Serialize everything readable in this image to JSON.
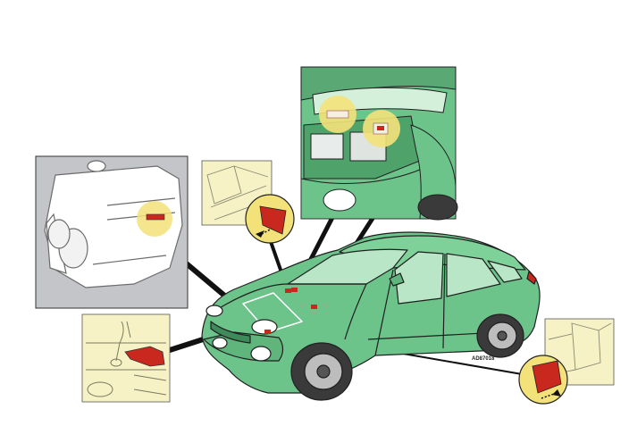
{
  "diagram": {
    "figure_code": "AD87018",
    "colors": {
      "car_body": "#6cc48a",
      "car_outline": "#1f1f1f",
      "engine_panel_bg": "#c3c5c9",
      "detail_bg": "#f6f2c6",
      "highlight": "#f3e27a",
      "label_red": "#c8281e",
      "leader": "#111111"
    },
    "callouts": [
      {
        "id": "engine-block-label",
        "icon": "engine-block-icon"
      },
      {
        "id": "engine-bay-labels",
        "icon": "engine-bay-icon"
      },
      {
        "id": "windscreen-label",
        "icon": "windscreen-label-icon"
      },
      {
        "id": "bonnet-latch",
        "icon": "bonnet-latch-icon"
      },
      {
        "id": "door-pillar-label",
        "icon": "door-pillar-label-icon"
      }
    ]
  }
}
